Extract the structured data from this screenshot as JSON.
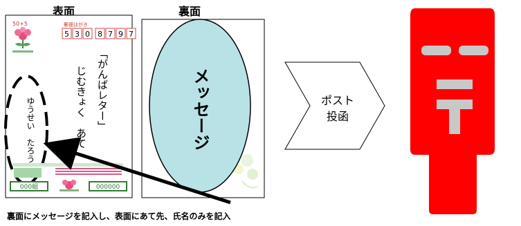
{
  "front": {
    "heading": "表面",
    "postage": "50+5",
    "postal_code_label": "郵便はがき",
    "postal_digits": [
      "5",
      "3",
      "0",
      "8",
      "7",
      "9",
      "7"
    ],
    "addressee_line1": "「がんばレター」",
    "addressee_line2": "じむきょく　あて",
    "sender_name_line1": "ゆうせい",
    "sender_name_line2": "たろう",
    "bottom_left_amount": "000組",
    "bottom_right_amount": "000000"
  },
  "back": {
    "heading": "裏面",
    "message_label": "メッセージ"
  },
  "post_arrow": {
    "line1": "ポスト",
    "line2": "投函"
  },
  "mailbox": {
    "symbol": "〒",
    "color": "#ff0000"
  },
  "caption": "裏面にメッセージを記入し、表面にあて先、氏名のみを記入"
}
